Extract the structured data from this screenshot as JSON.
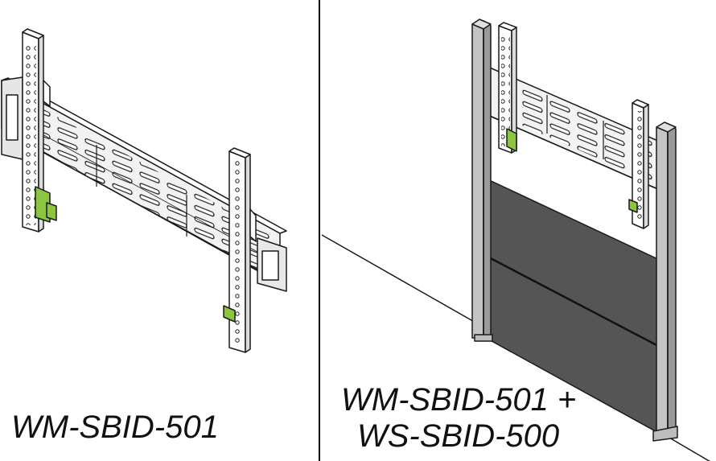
{
  "panels": [
    {
      "caption": "WM-SBID-501",
      "icon": "wall-mount-bracket-icon"
    },
    {
      "caption_line1": "WM-SBID-501 +",
      "caption_line2": "WS-SBID-500",
      "icon": "wall-stand-with-bracket-icon"
    }
  ],
  "colors": {
    "line": "#1a1a1a",
    "metal": "#f4f4f4",
    "green": "#8cc63f",
    "post": "#9a9a9a",
    "post_light": "#c4c4c4",
    "panel": "#555555"
  }
}
